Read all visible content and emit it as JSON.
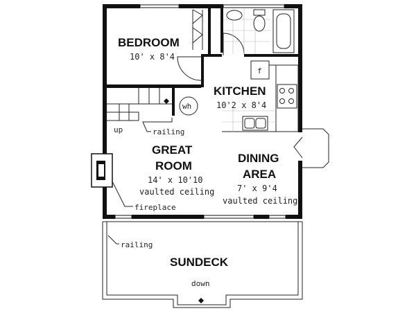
{
  "rooms": {
    "bedroom": {
      "name": "BEDROOM",
      "size": "10' x 8'4"
    },
    "kitchen": {
      "name": "KITCHEN",
      "size": "10'2 x 8'4"
    },
    "great_room": {
      "name_line1": "GREAT",
      "name_line2": "ROOM",
      "size": "14' x 10'10",
      "ceiling": "vaulted ceiling"
    },
    "dining": {
      "name_line1": "DINING",
      "name_line2": "AREA",
      "size": "7' x 9'4",
      "ceiling": "vaulted ceiling"
    },
    "sundeck": {
      "name": "SUNDECK"
    }
  },
  "notes": {
    "up": "up",
    "railing_top": "railing",
    "railing_deck": "railing",
    "fireplace": "fireplace",
    "down": "down",
    "water_heater": "wh",
    "fridge": "f"
  },
  "colors": {
    "wall": "#111111",
    "line": "#222222",
    "tile": "#bbbbbb"
  }
}
